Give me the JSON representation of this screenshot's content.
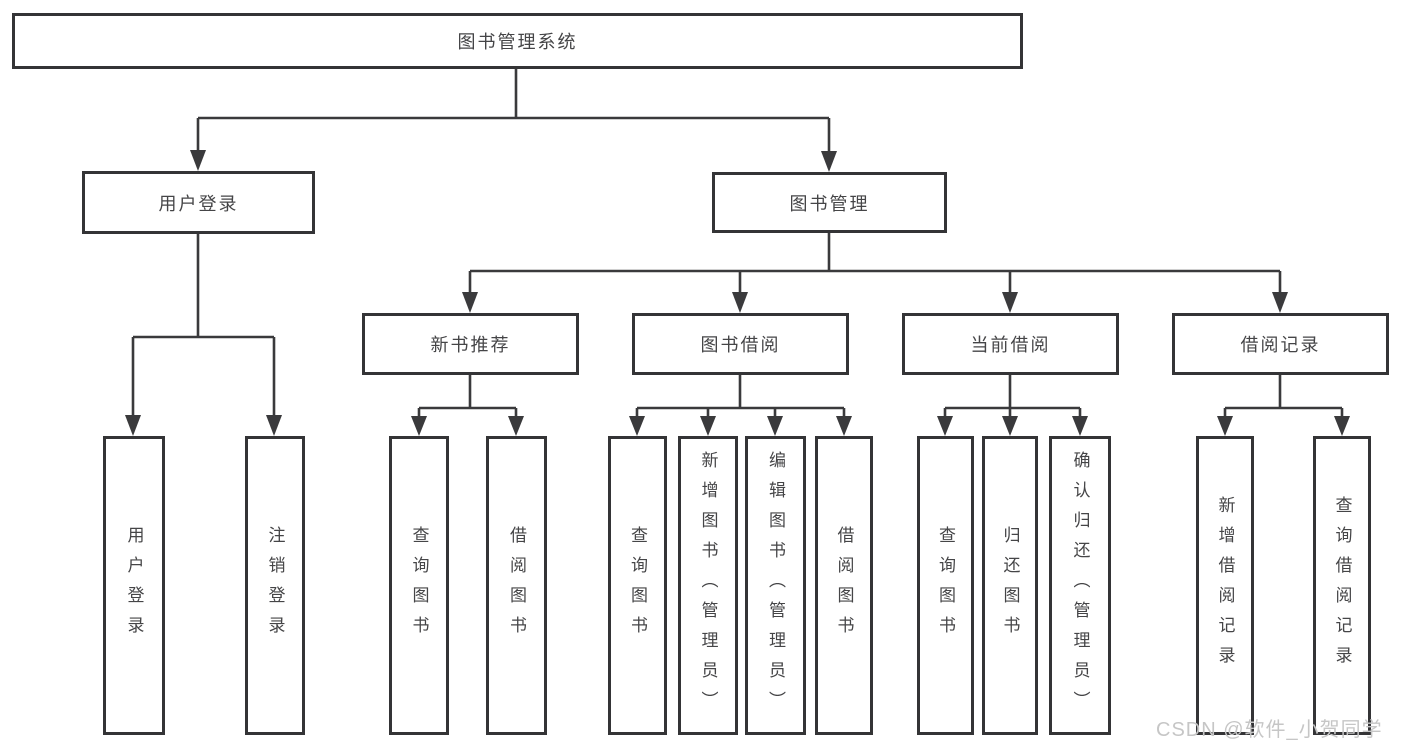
{
  "diagram": {
    "root": {
      "label": "图书管理系统"
    },
    "level2": [
      {
        "label": "用户登录"
      },
      {
        "label": "图书管理"
      }
    ],
    "level3": [
      {
        "label": "新书推荐",
        "parent": "图书管理"
      },
      {
        "label": "图书借阅",
        "parent": "图书管理"
      },
      {
        "label": "当前借阅",
        "parent": "图书管理"
      },
      {
        "label": "借阅记录",
        "parent": "图书管理"
      }
    ],
    "leaves": [
      {
        "label": "用户登录",
        "parent": "用户登录"
      },
      {
        "label": "注销登录",
        "parent": "用户登录"
      },
      {
        "label": "查询图书",
        "parent": "新书推荐"
      },
      {
        "label": "借阅图书",
        "parent": "新书推荐"
      },
      {
        "label": "查询图书",
        "parent": "图书借阅"
      },
      {
        "label": "新增图书（管理员）",
        "parent": "图书借阅"
      },
      {
        "label": "编辑图书（管理员）",
        "parent": "图书借阅"
      },
      {
        "label": "借阅图书",
        "parent": "图书借阅"
      },
      {
        "label": "查询图书",
        "parent": "当前借阅"
      },
      {
        "label": "归还图书",
        "parent": "当前借阅"
      },
      {
        "label": "确认归还（管理员）",
        "parent": "当前借阅"
      },
      {
        "label": "新增借阅记录",
        "parent": "借阅记录"
      },
      {
        "label": "查询借阅记录",
        "parent": "借阅记录"
      }
    ]
  },
  "watermark": {
    "text": "CSDN @软件_小贺同学"
  },
  "colors": {
    "line": "#3a3a3c",
    "border": "#343436",
    "text": "#454547",
    "background": "#ffffff",
    "watermark": "#c6c6c6"
  }
}
